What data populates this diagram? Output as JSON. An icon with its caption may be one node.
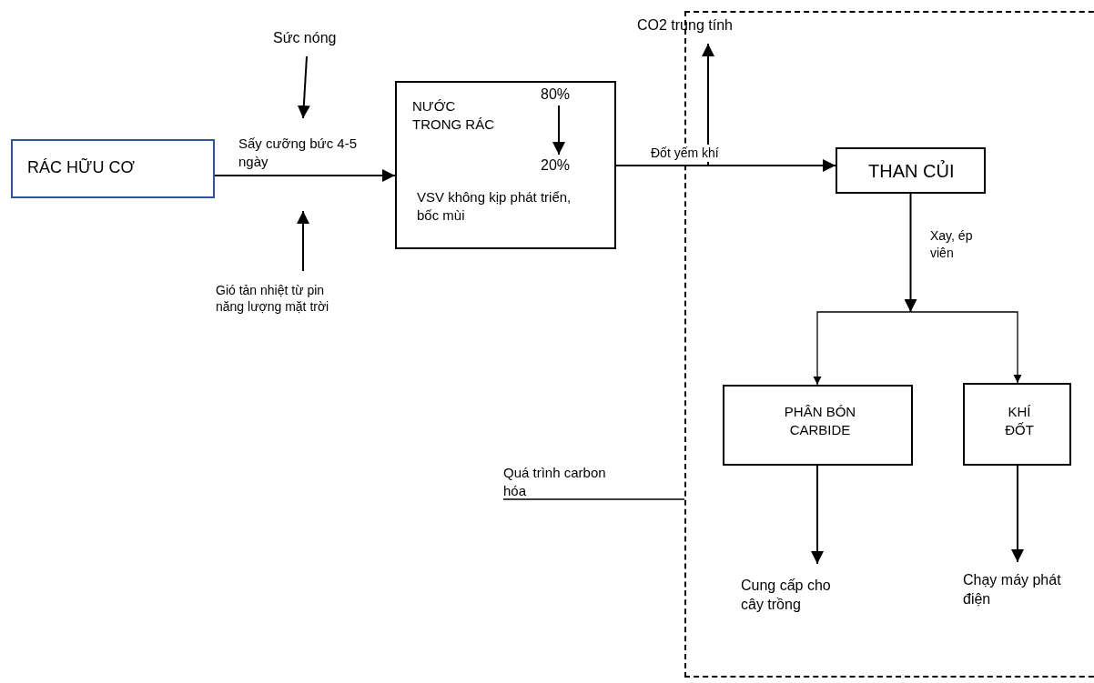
{
  "diagram": {
    "nodes": [
      {
        "text": [
          "Sức nóng"
        ]
      },
      {
        "text": [],
        "shape": "box"
      },
      {
        "text": [
          "CO2 trung tính"
        ]
      },
      {
        "text": [
          "RÁC HỮU CƠ"
        ]
      },
      {
        "text": [
          "NƯỚC TRONG RÁC",
          "VSV không kịp phát triển, bốc mùi"
        ]
      },
      {
        "text": [
          "80%"
        ],
        "in": 4
      },
      {
        "text": [
          "20%"
        ],
        "in": 4
      },
      {
        "text": [
          "THAN CỦI"
        ],
        "in": 1
      },
      {
        "text": [
          "Gió tản nhiệt từ pin năng lượng mặt trời"
        ]
      },
      {
        "text": [
          "PHÂN BÓN CARBIDE"
        ],
        "in": 1
      },
      {
        "text": [
          "KHÍ ĐỐT"
        ],
        "in": 1
      },
      {
        "text": [
          "Quá trình carbon hóa"
        ]
      },
      {
        "text": [
          "Cung cấp cho cây trồng"
        ],
        "in": 1
      },
      {
        "text": [
          "Chạy máy phát điện"
        ],
        "in": 1
      }
    ],
    "edges": [
      {
        "from": 0,
        "to": null,
        "arrow": "to"
      },
      {
        "from": 3,
        "to": 4,
        "arrow": "to",
        "label": "Sấy cưỡng bức 4-5 ngày"
      },
      {
        "from": 8,
        "to": null,
        "arrow": "to"
      },
      {
        "from": 5,
        "to": 6,
        "arrow": "to"
      },
      {
        "from": 4,
        "to": 7,
        "arrow": "to",
        "label": "Đốt yếm khí"
      },
      {
        "from": null,
        "to": 2,
        "arrow": "to"
      },
      {
        "from": 7,
        "to": 9,
        "arrow": "to",
        "label": "Xay, ép viên"
      },
      {
        "from": 7,
        "to": 10,
        "arrow": "to"
      },
      {
        "from": 9,
        "to": 12,
        "arrow": "to"
      },
      {
        "from": 10,
        "to": 13,
        "arrow": "to"
      },
      {
        "from": 11,
        "to": 1,
        "arrow": "none"
      }
    ]
  }
}
